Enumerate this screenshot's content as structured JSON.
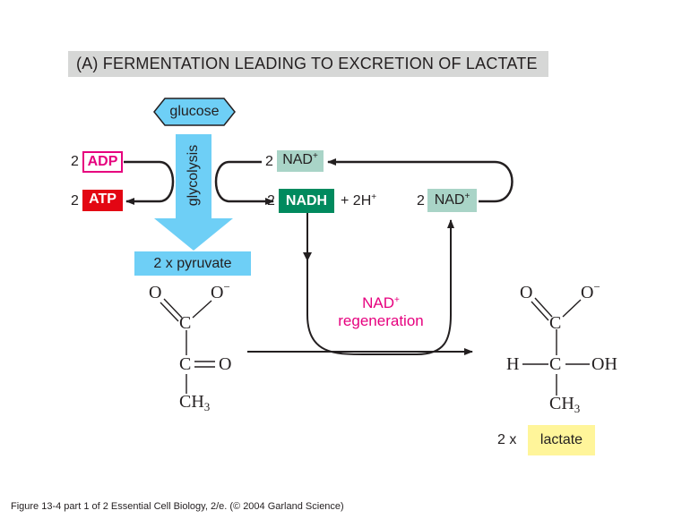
{
  "title": "(A)   FERMENTATION LEADING TO EXCRETION OF LACTATE",
  "glucose": "glucose",
  "glycolysis": "glycolysis",
  "adp": {
    "count": "2",
    "label": "ADP"
  },
  "atp": {
    "count": "2",
    "label": "ATP"
  },
  "nad_top": {
    "count": "2",
    "label": "NAD",
    "charge": "+"
  },
  "nadh": {
    "count": "2",
    "label": "NADH",
    "suffix": "+ 2H",
    "charge": "+"
  },
  "nad_right": {
    "count": "2",
    "label": "NAD",
    "charge": "+"
  },
  "pyruvate": "2 x pyruvate",
  "regeneration": {
    "line1": "NAD",
    "charge": "+",
    "line2": "regeneration"
  },
  "lactate": {
    "count": "2 x",
    "label": "lactate"
  },
  "pyruvate_structure": {
    "o1": "O",
    "o2": "O",
    "o2_charge": "−",
    "c1": "C",
    "c2": "C",
    "o3": "O",
    "ch3": "CH",
    "ch3_sub": "3"
  },
  "lactate_structure": {
    "o1": "O",
    "o2": "O",
    "o2_charge": "−",
    "c1": "C",
    "h": "H",
    "c2": "C",
    "oh": "OH",
    "ch3": "CH",
    "ch3_sub": "3"
  },
  "footer": "Figure 13-4 part 1 of 2  Essential Cell Biology, 2/e. (© 2004 Garland Science)",
  "colors": {
    "adp": "#e6007e",
    "atp": "#e30613",
    "nad": "#a9d4c7",
    "nadh": "#008a5e",
    "pyruvate": "#6ecff6",
    "lactate": "#fff59a",
    "regeneration": "#e6007e",
    "title_bar": "#d6d7d6"
  }
}
